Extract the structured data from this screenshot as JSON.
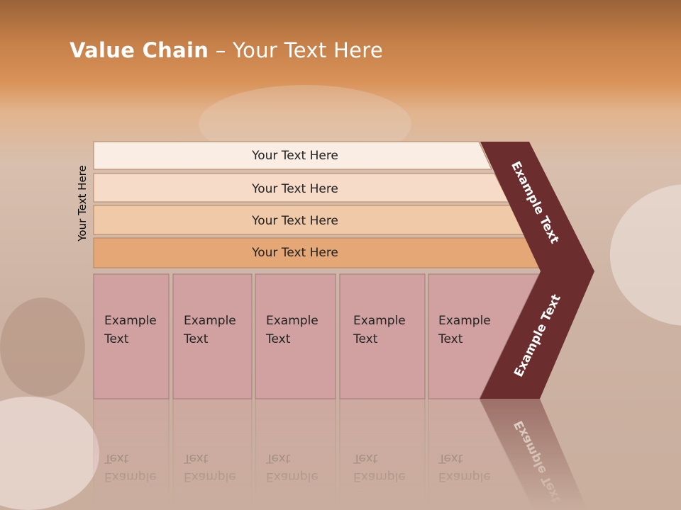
{
  "title": {
    "bold": "Value Chain",
    "rest": " – Your Text Here"
  },
  "vertical_label": "Your Text Here",
  "bars": [
    {
      "label": "Your Text Here",
      "color": "#f9ede4"
    },
    {
      "label": "Your Text Here",
      "color": "#f6dcc8"
    },
    {
      "label": "Your Text Here",
      "color": "#f0caa8"
    },
    {
      "label": "Your Text Here",
      "color": "#e5a775"
    }
  ],
  "cells": [
    {
      "line1": "Example",
      "line2": "Text"
    },
    {
      "line1": "Example",
      "line2": "Text"
    },
    {
      "line1": "Example",
      "line2": "Text"
    },
    {
      "line1": "Example",
      "line2": "Text"
    },
    {
      "line1": "Example",
      "line2": "Text"
    }
  ],
  "chevron": {
    "top_text": "Example Text",
    "bottom_text": "Example Text"
  },
  "colors": {
    "cell": "#d1a1a1",
    "chevron": "#6b2d2d",
    "title": "#ffffff"
  }
}
